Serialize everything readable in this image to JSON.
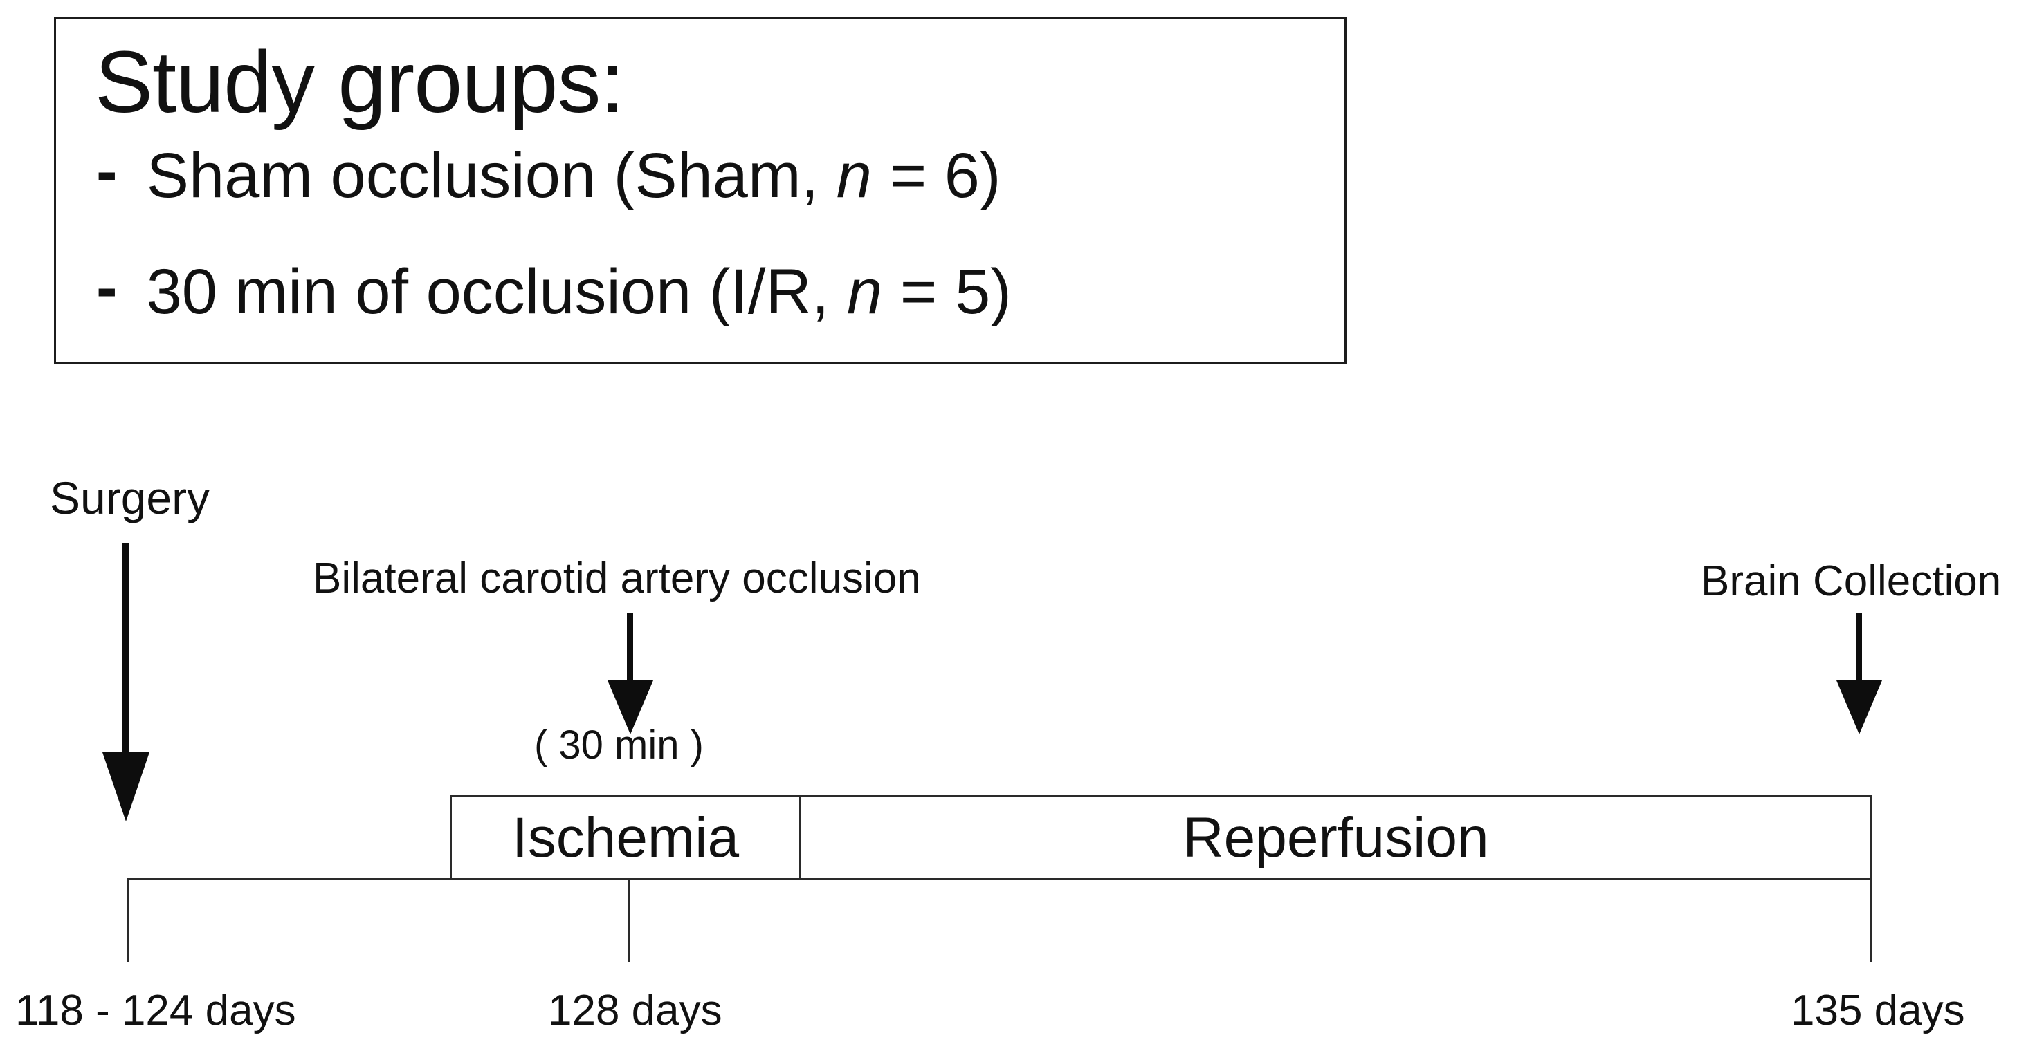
{
  "figure": {
    "background_color": "#ffffff",
    "ink_color": "#111111"
  },
  "study_groups": {
    "title": "Study groups:",
    "items": [
      {
        "marker": "-",
        "text": "Sham occlusion (Sham, ",
        "variable": "n",
        "suffix": " = 6)"
      },
      {
        "marker": "-",
        "text": "30 min of occlusion (I/R, ",
        "variable": "n",
        "suffix": " = 5)"
      }
    ]
  },
  "timeline": {
    "surgery_label": "Surgery",
    "occlusion_label": "Bilateral carotid artery occlusion",
    "occlusion_duration": "( 30 min )",
    "brain_collection_label": "Brain Collection",
    "segments": [
      {
        "label": "Ischemia"
      },
      {
        "label": "Reperfusion"
      }
    ],
    "tick_labels": [
      "118 - 124 days",
      "128 days",
      "135 days"
    ]
  }
}
